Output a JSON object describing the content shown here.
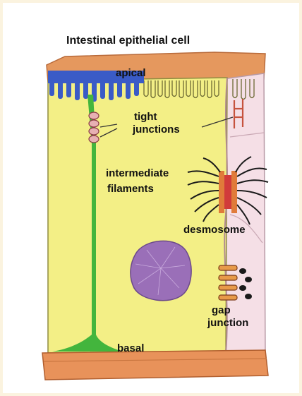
{
  "title": "Intestinal epithelial cell",
  "labels": {
    "apical": "apical",
    "tight_junctions": [
      "tight",
      "junctions"
    ],
    "intermediate_filaments": [
      "intermediate",
      "filaments"
    ],
    "desmosome": "desmosome",
    "gap_junction": [
      "gap",
      "junction"
    ],
    "basal": "basal"
  },
  "colors": {
    "page_background": "#fbf3df",
    "cytoplasm": "#f3ef86",
    "neighbor_cell": "#f5dfe6",
    "apical_membrane": "#3a5bc7",
    "lateral_membrane": "#43b53d",
    "nucleus": "#9a6fb8",
    "basement": "#e8925a"
  }
}
